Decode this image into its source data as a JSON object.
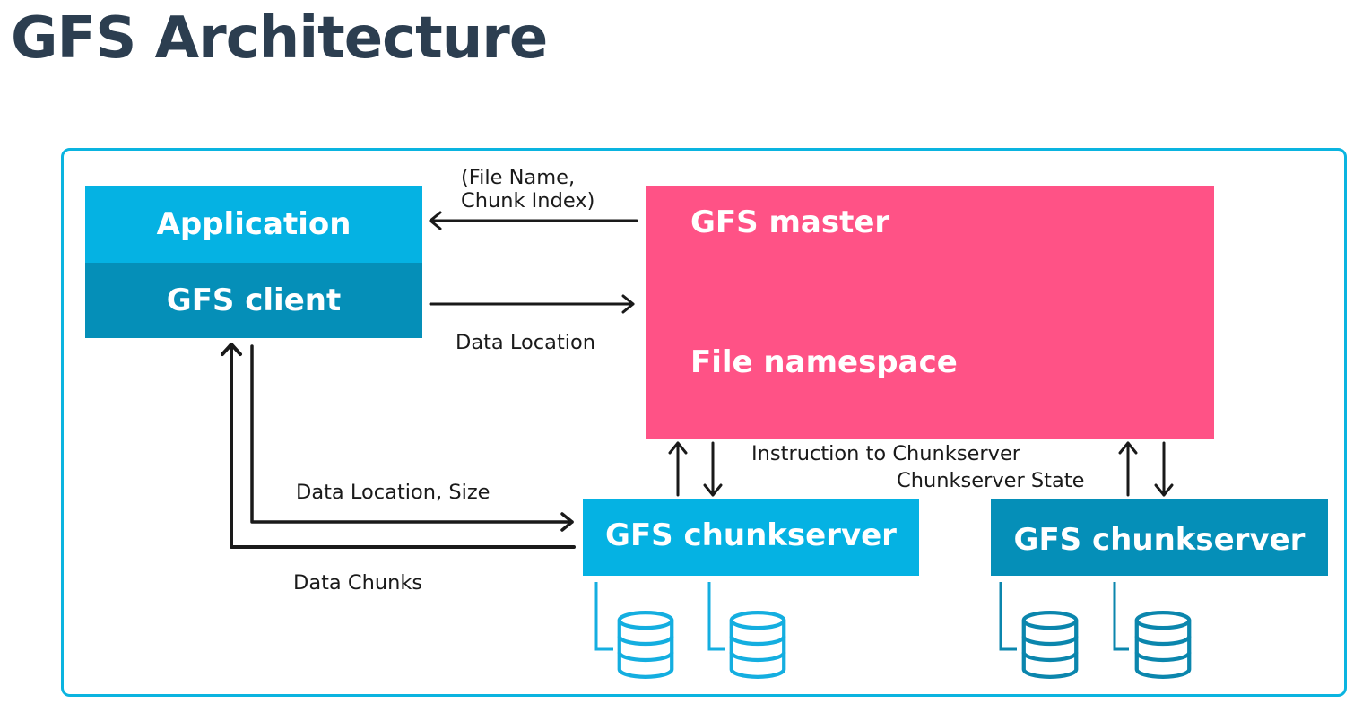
{
  "title": "GFS Architecture",
  "boxes": {
    "application": "Application",
    "gfs_client": "GFS client",
    "gfs_master": "GFS master",
    "file_namespace": "File namespace",
    "chunkserver_1": "GFS chunkserver",
    "chunkserver_2": "GFS chunkserver"
  },
  "labels": {
    "file_name": "(File Name,",
    "chunk_index": "Chunk Index)",
    "data_location": "Data Location",
    "instruction": "Instruction to Chunkserver",
    "chunkserver_state": "Chunkserver State",
    "data_location_size": "Data Location, Size",
    "data_chunks": "Data Chunks"
  },
  "icons": [
    "database-icon",
    "database-icon",
    "database-icon",
    "database-icon"
  ],
  "colors": {
    "frame": "#0ab4e0",
    "application": "#05b2e3",
    "client": "#058fb8",
    "master": "#ff5286",
    "chunkserver_light": "#05b2e3",
    "chunkserver_dark": "#058fb8",
    "db_light": "#14aee0",
    "db_dark": "#0b86ad"
  }
}
